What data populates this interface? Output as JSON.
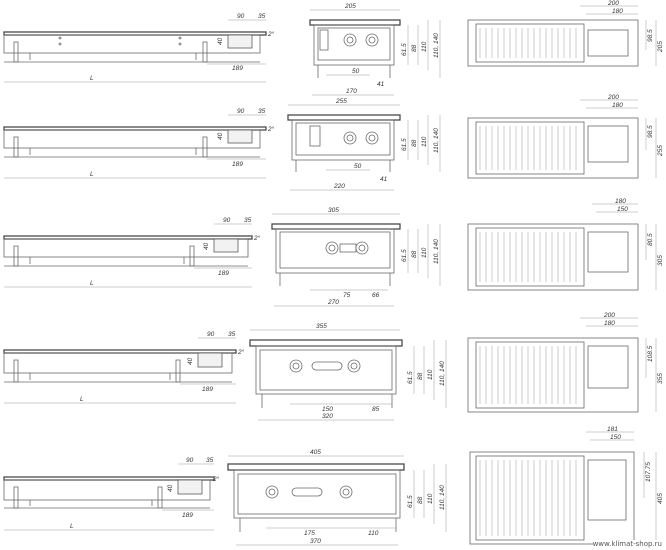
{
  "rows": [
    {
      "side": {
        "d90": "90",
        "d35": "35",
        "d40": "40",
        "d189": "189",
        "l": "L",
        "d2p5": "2°"
      },
      "section": {
        "width": "205",
        "h615": "61.5",
        "h88": "88",
        "h110": "110",
        "h110_140": "110, 140",
        "d50": "50",
        "d41": "41",
        "d170": "170"
      },
      "plan": {
        "d200": "200",
        "d180": "180",
        "depth_a": "98.5",
        "depth_b": "205"
      }
    },
    {
      "side": {
        "d90": "90",
        "d35": "35",
        "d40": "40",
        "d189": "189",
        "l": "L",
        "d2p5": "2°"
      },
      "section": {
        "width": "255",
        "h615": "61.5",
        "h88": "88",
        "h110": "110",
        "h110_140": "110, 140",
        "d50": "50",
        "d41": "41",
        "d220": "220"
      },
      "plan": {
        "d200": "200",
        "d180": "180",
        "depth_a": "98.5",
        "depth_b": "255"
      }
    },
    {
      "side": {
        "d90": "90",
        "d35": "35",
        "d40": "40",
        "d189": "189",
        "l": "L",
        "d2p5": "2°"
      },
      "section": {
        "width": "305",
        "h615": "61.5",
        "h88": "88",
        "h110": "110",
        "h110_140": "110, 140",
        "d75": "75",
        "d66": "66",
        "d270": "270"
      },
      "plan": {
        "d180": "180",
        "d150": "150",
        "depth_a": "80.5",
        "depth_b": "305"
      }
    },
    {
      "side": {
        "d90": "90",
        "d35": "35",
        "d40": "40",
        "d189": "189",
        "l": "L",
        "d2p5": "2°"
      },
      "section": {
        "width": "355",
        "h615": "61.5",
        "h88": "88",
        "h110": "110",
        "h110_140": "110, 140",
        "d150": "150",
        "d85": "85",
        "d320": "320"
      },
      "plan": {
        "d200": "200",
        "d180": "180",
        "depth_a": "108.5",
        "depth_b": "355"
      }
    },
    {
      "side": {
        "d90": "90",
        "d35": "35",
        "d40": "40",
        "d189": "189",
        "l": "L",
        "d2p5": "2°"
      },
      "section": {
        "width": "405",
        "h615": "61.5",
        "h88": "88",
        "h110": "110",
        "h110_140": "110, 140",
        "d175": "175",
        "d110": "110",
        "d370": "370"
      },
      "plan": {
        "d181": "181",
        "d150": "150",
        "depth_a": "107.75",
        "depth_b": "405"
      }
    }
  ],
  "watermark": "www.klimat-shop.ru",
  "icons": [
    "pipe-valve-icon",
    "grille-icon"
  ]
}
